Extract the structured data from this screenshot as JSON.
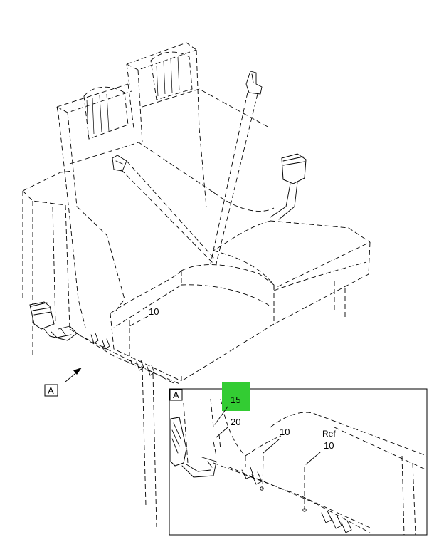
{
  "callouts": {
    "main_item_10": "10",
    "view_ref_main": "A",
    "detail_view_title": "A",
    "detail_item_15": "15",
    "detail_item_20": "20",
    "detail_item_10": "10",
    "detail_ref_word": "Ref",
    "detail_ref_number": "10"
  },
  "colors": {
    "highlight": "#33cc33",
    "line": "#000000",
    "background": "#ffffff"
  }
}
